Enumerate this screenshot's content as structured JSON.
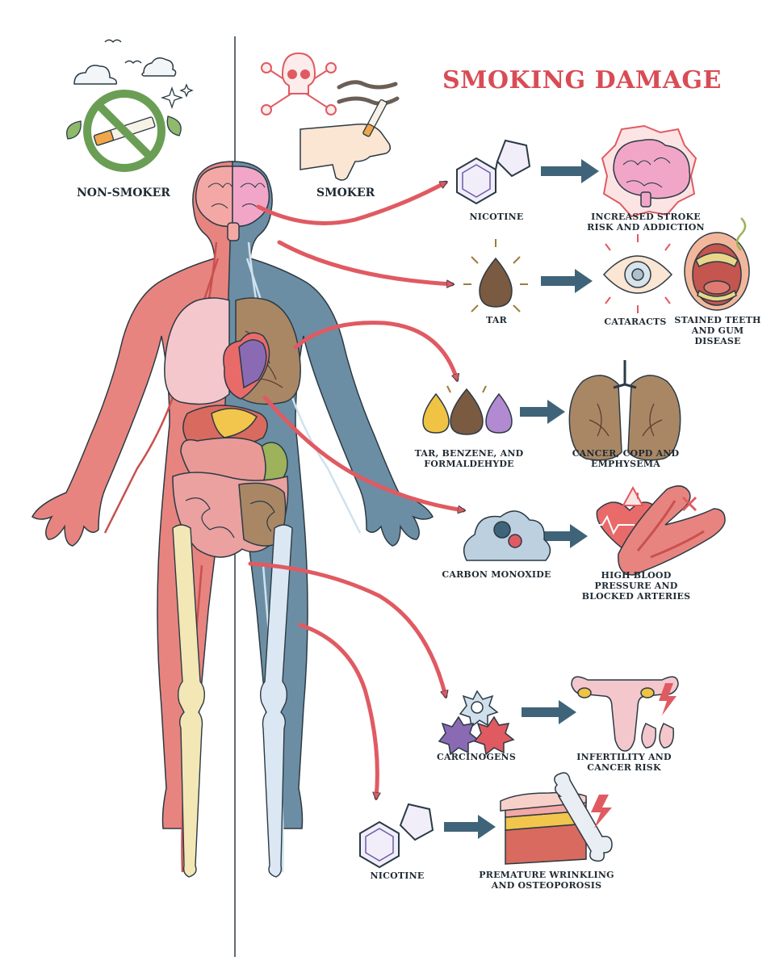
{
  "title": "SMOKING DAMAGE",
  "sides": {
    "left": "NON-SMOKER",
    "right": "SMOKER"
  },
  "rows": [
    {
      "cause": "NICOTINE",
      "effects": [
        "INCREASED STROKE RISK AND ADDICTION"
      ]
    },
    {
      "cause": "TAR",
      "effects": [
        "CATARACTS",
        "STAINED TEETH AND GUM DISEASE"
      ]
    },
    {
      "cause": "TAR, BENZENE, AND FORMALDEHYDE",
      "effects": [
        "CANCER, COPD AND EMPHYSEMA"
      ]
    },
    {
      "cause": "CARBON MONOXIDE",
      "effects": [
        "HIGH BLOOD PRESSURE AND BLOCKED ARTERIES"
      ]
    },
    {
      "cause": "CARCINOGENS",
      "effects": [
        "INFERTILITY AND CANCER RISK"
      ]
    },
    {
      "cause": "NICOTINE",
      "effects": [
        "PREMATURE WRINKLING AND OSTEOPOROSIS"
      ]
    }
  ],
  "colors": {
    "accent": "#d94c55",
    "arrow_red": "#e05a62",
    "arrow_dark": "#3f6479",
    "healthy_body": "#e8847f",
    "smoker_body": "#6c8ea4",
    "brown": "#8a6a50",
    "outline": "#2b3a44"
  },
  "icons": [
    "no-smoking-icon",
    "skull-crossbones-icon",
    "cigarette-hand-icon",
    "brain-icon",
    "lungs-icon",
    "heart-icon",
    "eye-icon",
    "mouth-icon",
    "molecule-icon",
    "droplet-icon",
    "smoke-cloud-icon",
    "artery-icon",
    "reproductive-organs-icon",
    "bone-icon",
    "skin-layer-icon",
    "virus-icon"
  ]
}
